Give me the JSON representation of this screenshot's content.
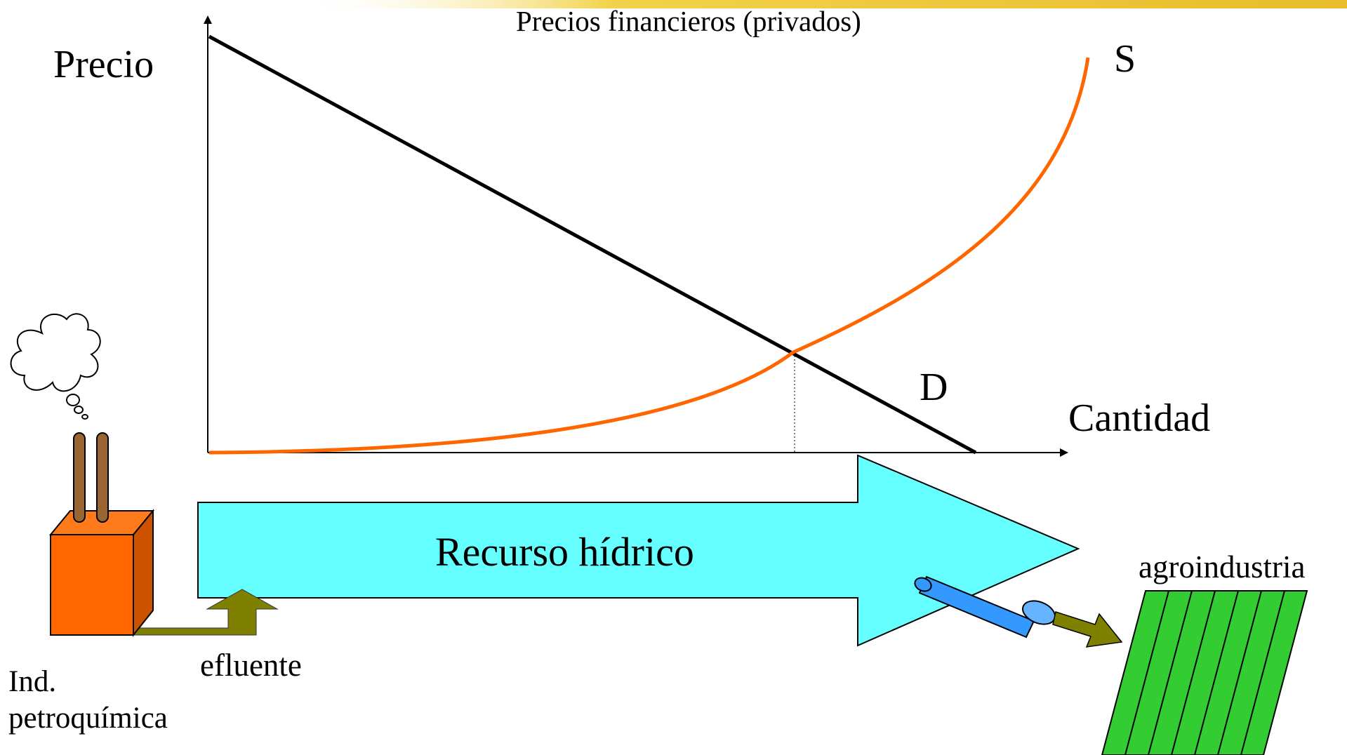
{
  "diagram": {
    "chart_title": "Precios financieros (privados)",
    "y_axis_label": "Precio",
    "x_axis_label": "Cantidad",
    "supply_label": "S",
    "demand_label": "D",
    "resource_label": "Recurso  hídrico",
    "effluent_label": "efluente",
    "industry_label_line1": "Ind.",
    "industry_label_line2": "petroquímica",
    "agro_label": "agroindustria"
  },
  "colors": {
    "demand_line": "#000000",
    "supply_curve": "#ff6600",
    "river_arrow": "#66ffff",
    "factory_front": "#ff6600",
    "factory_side": "#cc5200",
    "chimney": "#996633",
    "effluent_arrow": "#808000",
    "pipe": "#3399ff",
    "field": "#33cc33",
    "header_bar": "#f2d24a"
  }
}
